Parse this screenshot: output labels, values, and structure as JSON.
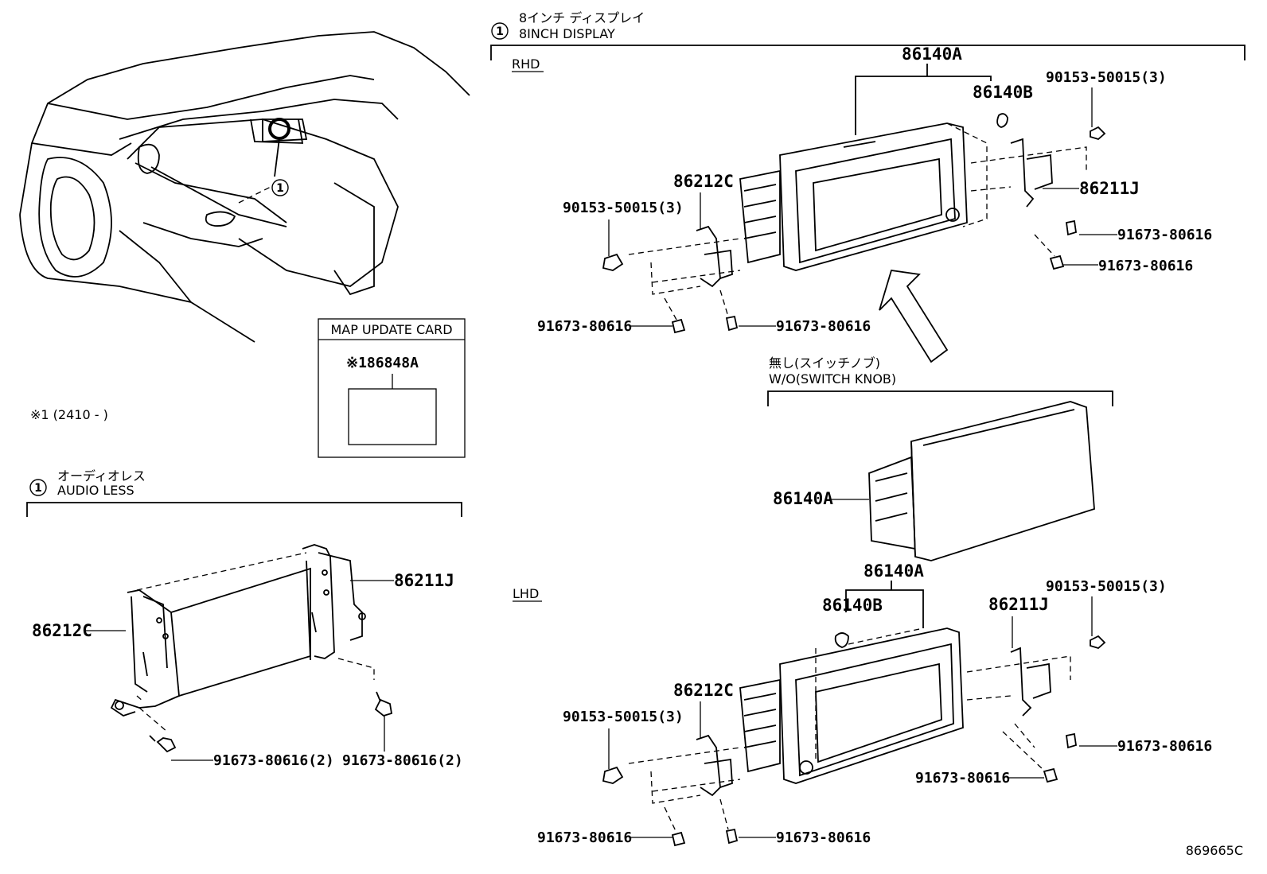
{
  "callout_number": "1",
  "sections": {
    "display": {
      "title_jp": "8インチ ディスプレイ",
      "title_en": "8INCH DISPLAY"
    },
    "audio_less": {
      "title_jp": "オーディオレス",
      "title_en": "AUDIO LESS"
    },
    "without_knob": {
      "title_jp": "無し(スイッチノブ)",
      "title_en": "W/O(SWITCH KNOB)"
    },
    "map_card": {
      "title": "MAP UPDATE CARD",
      "part": "※186848A"
    }
  },
  "variants": {
    "rhd": "RHD",
    "lhd": "LHD"
  },
  "note": "※1 (2410 -        )",
  "parts": {
    "display_unit": "86140A",
    "cover": "86140B",
    "bracket_right": "86211J",
    "bracket_left": "86212C",
    "screw": "90153-50015(3)",
    "bolt": "91673-80616",
    "bolt_x2": "91673-80616(2)"
  },
  "illustration_id": "869665C"
}
